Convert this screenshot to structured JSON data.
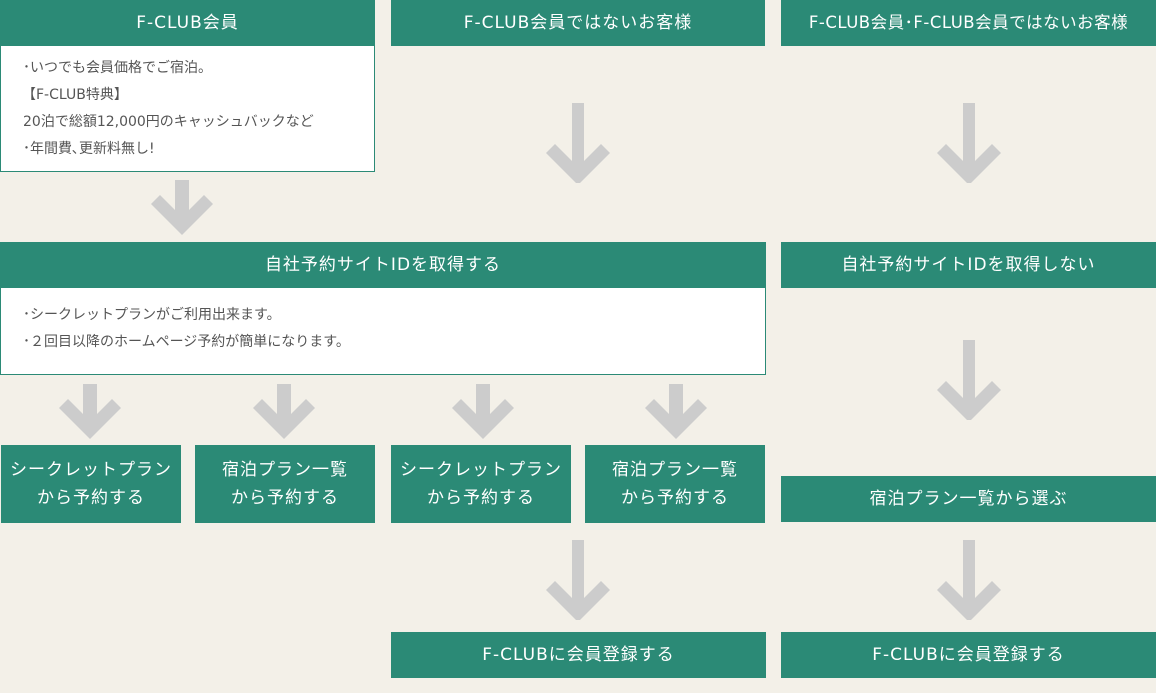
{
  "top": {
    "members_title": "F-CLUB会員",
    "non_members_title": "F-CLUB会員ではないお客様",
    "both_title": "F-CLUB会員･F-CLUB会員ではないお客様"
  },
  "member_benefits": [
    "･いつでも会員価格でご宿泊。",
    "【F-CLUB特典】",
    "20泊で総額12,000円のキャッシュバックなど",
    "･年間費､更新料無し!"
  ],
  "id_acquire": {
    "title": "自社予約サイトIDを取得する",
    "benefits": [
      "･シークレットプランがご利用出来ます。",
      "･２回目以降のホームページ予約が簡単になります。"
    ]
  },
  "id_no_acquire": {
    "title": "自社予約サイトIDを取得しない"
  },
  "options": {
    "secret_line1": "シークレットプラン",
    "secret_line2": "から予約する",
    "plan_line1": "宿泊プラン一覧",
    "plan_line2": "から予約する",
    "choose_plan": "宿泊プラン一覧から選ぶ"
  },
  "register": {
    "label": "F-CLUBに会員登録する"
  },
  "colors": {
    "accent": "#2b8a76",
    "background": "#f3f0e8",
    "arrow": "#cccccc"
  }
}
